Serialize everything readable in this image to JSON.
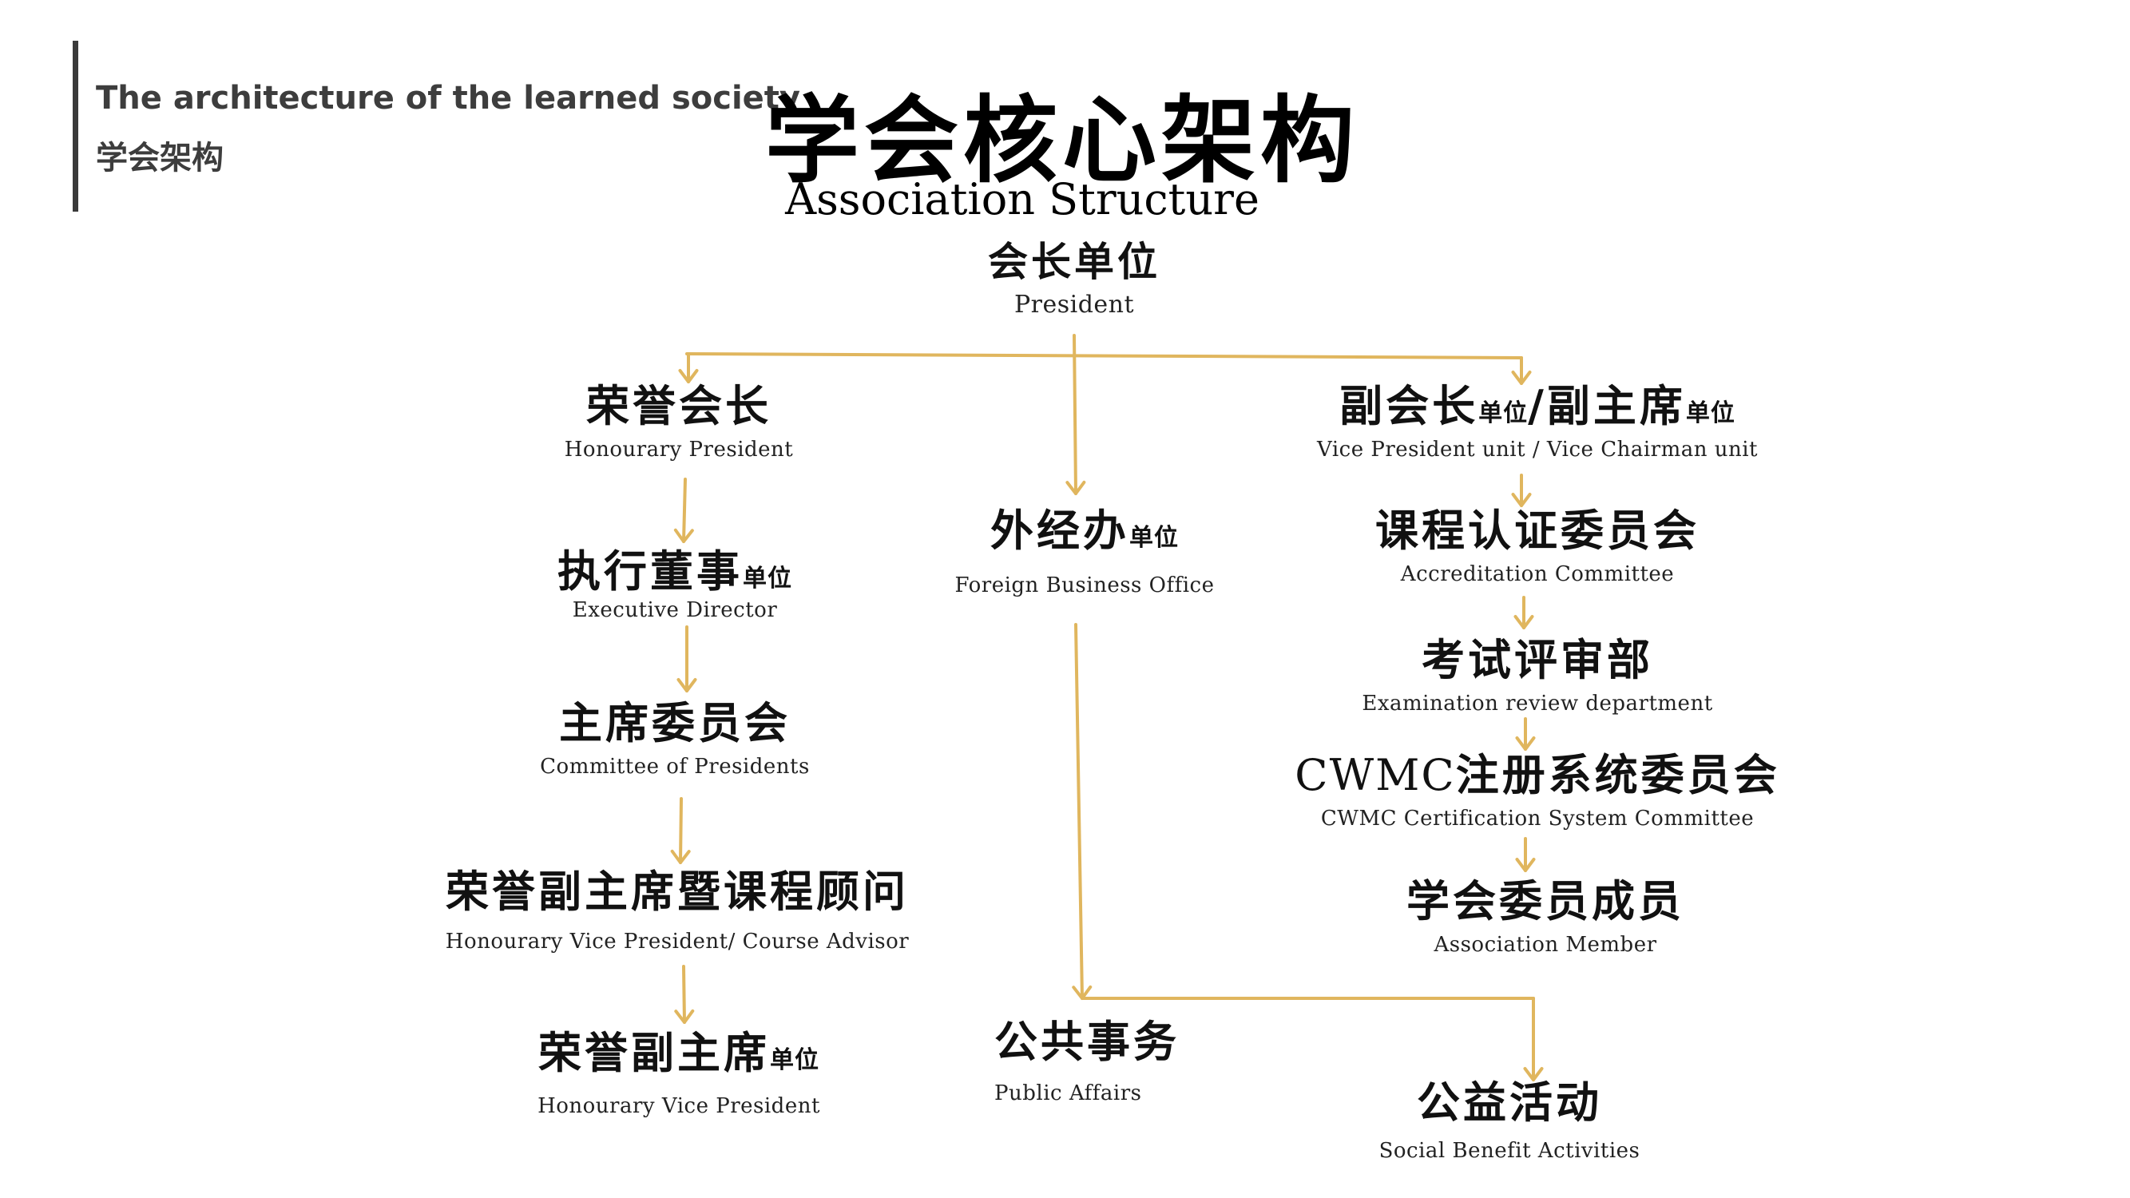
{
  "colors": {
    "connector": "#e0b65e",
    "accent_bar": "#3a3a3a",
    "side_text": "#3d3d3d"
  },
  "header": {
    "side_title_en": "The architecture of the learned society",
    "side_title_zh": "学会架构",
    "title_zh": "学会核心架构",
    "title_en": "Association Structure"
  },
  "nodes": {
    "president": {
      "zh": "会长单位",
      "en": "President"
    },
    "honourary_president": {
      "zh": "荣誉会长",
      "en": "Honourary President"
    },
    "executive_director": {
      "zh": "执行董事",
      "zh_suffix": "单位",
      "en": "Executive Director"
    },
    "committee_of_presidents": {
      "zh": "主席委员会",
      "en": "Committee of Presidents"
    },
    "hon_vp_course_advisor": {
      "zh": "荣誉副主席暨课程顾问",
      "en": "Honourary Vice President/ Course Advisor"
    },
    "hon_vp_unit": {
      "zh": "荣誉副主席",
      "zh_suffix": "单位",
      "en": "Honourary Vice President"
    },
    "foreign_business_office": {
      "zh": "外经办",
      "zh_suffix": "单位",
      "en": "Foreign Business Office"
    },
    "public_affairs": {
      "zh": "公共事务",
      "en": "Public Affairs"
    },
    "vice_president_unit": {
      "zh_a": "副会长",
      "zh_a_suffix": "单位",
      "zh_sep": "/",
      "zh_b": "副主席",
      "zh_b_suffix": "单位",
      "en": "Vice President unit / Vice Chairman unit"
    },
    "accreditation_committee": {
      "zh": "课程认证委员会",
      "en": "Accreditation Committee"
    },
    "examination_review": {
      "zh": "考试评审部",
      "en": "Examination review department"
    },
    "cwmc_certification": {
      "zh_latin": "CWMC",
      "zh": "注册系统委员会",
      "en": "CWMC Certification System Committee"
    },
    "association_member": {
      "zh": "学会委员成员",
      "en": "Association Member"
    },
    "social_benefit": {
      "zh": "公益活动",
      "en": "Social Benefit Activities"
    }
  }
}
